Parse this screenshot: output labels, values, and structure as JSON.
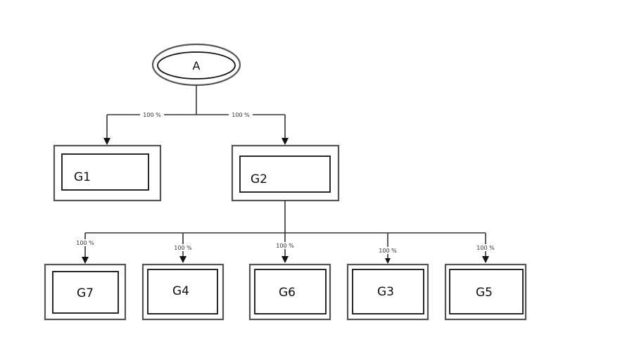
{
  "diagram": {
    "root": {
      "id": "A",
      "label": "A",
      "shape": "double-ellipse"
    },
    "level1": [
      {
        "id": "G1",
        "label": "G1",
        "edge_label": "100 %"
      },
      {
        "id": "G2",
        "label": "G2",
        "edge_label": "100 %"
      }
    ],
    "level2_parent": "G2",
    "level2": [
      {
        "id": "G7",
        "label": "G7",
        "edge_label": "100 %"
      },
      {
        "id": "G4",
        "label": "G4",
        "edge_label": "100 %"
      },
      {
        "id": "G6",
        "label": "G6",
        "edge_label": "100 %"
      },
      {
        "id": "G3",
        "label": "G3",
        "edge_label": "100 %"
      },
      {
        "id": "G5",
        "label": "G5",
        "edge_label": "100 %"
      }
    ]
  }
}
